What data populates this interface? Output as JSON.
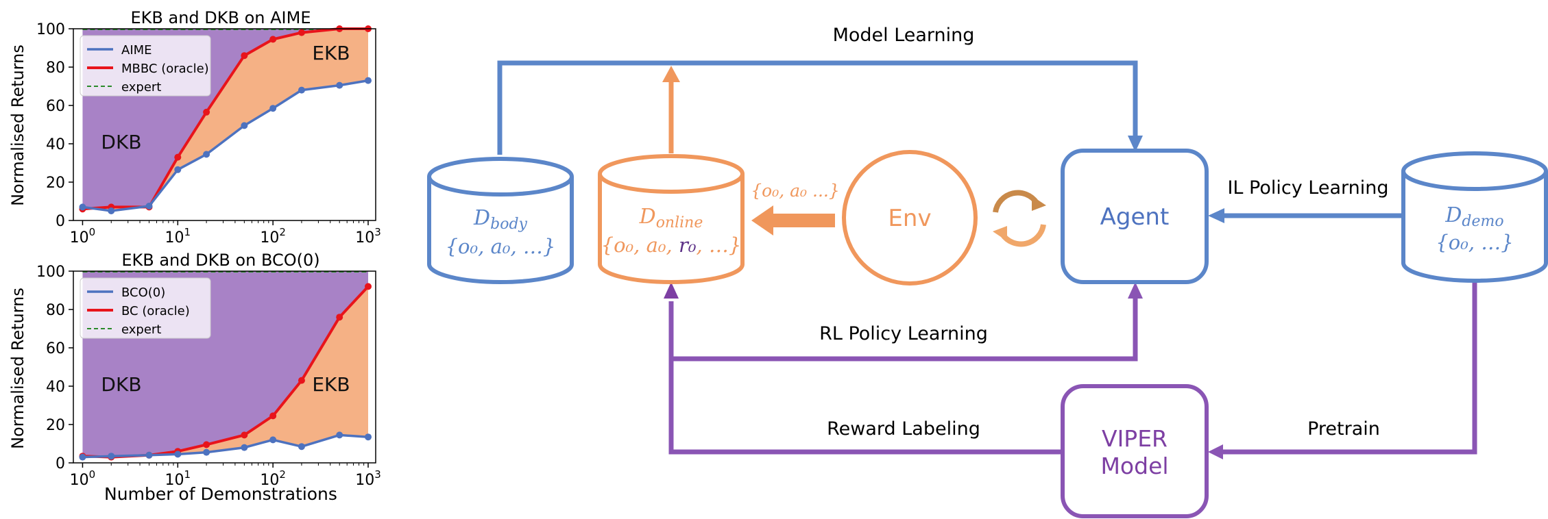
{
  "colors": {
    "blue": "#5b86c9",
    "orange": "#f0975c",
    "purple": "#7d3fa3",
    "dkb_fill": "#a882c6",
    "ekb_fill": "#f5b185",
    "red": "#e8141b",
    "series_blue": "#4d72bf",
    "expert_green": "#2a8a2a"
  },
  "chart_data": [
    {
      "type": "line",
      "title": "EKB and DKB on AIME",
      "xlabel": "",
      "ylabel": "Normalised Returns",
      "xscale": "log",
      "xlim": [
        0.8,
        1200
      ],
      "ylim": [
        0,
        100
      ],
      "x_ticks": [
        {
          "base": "10",
          "exp": "0"
        },
        {
          "base": "10",
          "exp": "1"
        },
        {
          "base": "10",
          "exp": "2"
        },
        {
          "base": "10",
          "exp": "3"
        }
      ],
      "y_ticks": [
        "0",
        "20",
        "40",
        "60",
        "80",
        "100"
      ],
      "region_labels": {
        "dkb": "DKB",
        "ekb": "EKB"
      },
      "legend": [
        "AIME",
        "MBBC (oracle)",
        "expert"
      ],
      "legend_position": "top-left",
      "series": [
        {
          "name": "AIME",
          "x": [
            1,
            2,
            5,
            10,
            20,
            50,
            100,
            200,
            500,
            1000
          ],
          "values": [
            7,
            5,
            7.5,
            26.5,
            34.5,
            49.5,
            58.5,
            68,
            70.5,
            73
          ]
        },
        {
          "name": "MBBC (oracle)",
          "x": [
            1,
            2,
            5,
            10,
            20,
            50,
            100,
            200,
            500,
            1000
          ],
          "values": [
            6,
            7,
            7,
            33,
            56.5,
            86,
            94.5,
            98,
            101,
            101
          ]
        },
        {
          "name": "expert",
          "x": [
            1,
            1000
          ],
          "values": [
            100,
            100
          ]
        }
      ]
    },
    {
      "type": "line",
      "title": "EKB and DKB on BCO(0)",
      "xlabel": "Number of Demonstrations",
      "ylabel": "Normalised Returns",
      "xscale": "log",
      "xlim": [
        0.8,
        1200
      ],
      "ylim": [
        0,
        100
      ],
      "x_ticks": [
        {
          "base": "10",
          "exp": "0"
        },
        {
          "base": "10",
          "exp": "1"
        },
        {
          "base": "10",
          "exp": "2"
        },
        {
          "base": "10",
          "exp": "3"
        }
      ],
      "y_ticks": [
        "0",
        "20",
        "40",
        "60",
        "80",
        "100"
      ],
      "region_labels": {
        "dkb": "DKB",
        "ekb": "EKB"
      },
      "legend": [
        "BCO(0)",
        "BC (oracle)",
        "expert"
      ],
      "legend_position": "top-left",
      "series": [
        {
          "name": "BCO(0)",
          "x": [
            1,
            2,
            5,
            10,
            20,
            50,
            100,
            200,
            500,
            1000
          ],
          "values": [
            3,
            3.5,
            4,
            4.5,
            5.5,
            8,
            12,
            8.5,
            14.5,
            13.5
          ]
        },
        {
          "name": "BC (oracle)",
          "x": [
            1,
            2,
            5,
            10,
            20,
            50,
            100,
            200,
            500,
            1000
          ],
          "values": [
            3.5,
            3,
            4,
            6,
            9.5,
            14.5,
            24.5,
            43,
            76,
            92
          ]
        },
        {
          "name": "expert",
          "x": [
            1,
            1000
          ],
          "values": [
            100,
            100
          ]
        }
      ]
    }
  ],
  "diagram": {
    "labels": {
      "model_learning": "Model Learning",
      "rl_policy_learning": "RL Policy Learning",
      "il_policy_learning": "IL Policy Learning",
      "reward_labeling": "Reward Labeling",
      "pretrain": "Pretrain",
      "env": "Env",
      "agent": "Agent",
      "viper_line1": "VIPER",
      "viper_line2": "Model",
      "env_output": "{o₀, a₀ ...}"
    },
    "datasets": {
      "body": {
        "name_base": "D",
        "name_sub": "body",
        "content": "{o₀, a₀, …}"
      },
      "online": {
        "name_base": "D",
        "name_sub": "online",
        "content_pre": "{o₀, a₀, ",
        "content_r": "r₀",
        "content_post": ", …}"
      },
      "demo": {
        "name_base": "D",
        "name_sub": "demo",
        "content": "{o₀, …}"
      }
    }
  }
}
